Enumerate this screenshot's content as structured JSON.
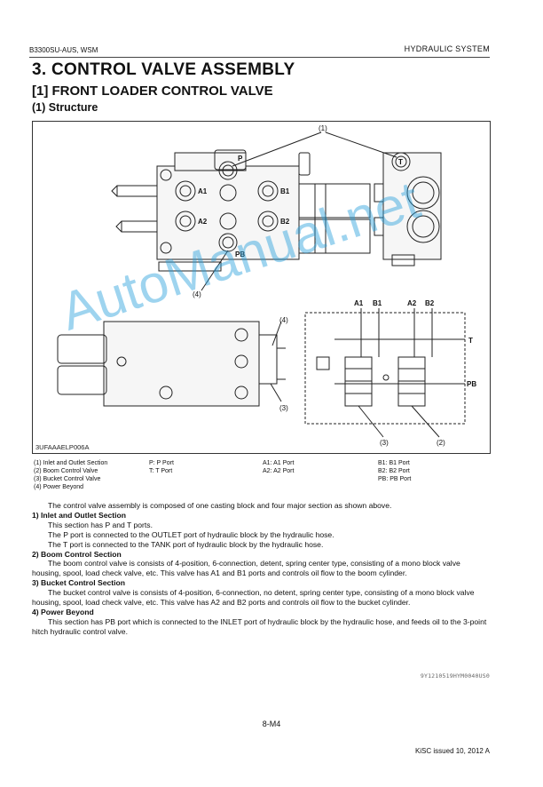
{
  "header": {
    "manual_code": "B3300SU-AUS, WSM",
    "section": "HYDRAULIC SYSTEM"
  },
  "title": "3.  CONTROL VALVE ASSEMBLY",
  "subtitle": "[1]  FRONT LOADER CONTROL VALVE",
  "subsection": "(1)  Structure",
  "figure": {
    "id": "3UFAAAELP006A",
    "callouts": {
      "c1": "(1)",
      "c2": "(2)",
      "c3": "(3)",
      "c4": "(4)",
      "c4b": "(4)",
      "c3b": "(3)"
    },
    "ports": {
      "P": "P",
      "T": "T",
      "A1": "A1",
      "B1": "B1",
      "A2": "A2",
      "B2": "B2",
      "PB": "PB"
    },
    "schematic": {
      "A1": "A1",
      "B1": "B1",
      "A2": "A2",
      "B2": "B2",
      "T": "T",
      "PB": "PB"
    }
  },
  "legend": {
    "items": [
      "(1)   Inlet and Outlet Section",
      "(2)   Boom Control Valve",
      "(3)   Bucket Control Valve",
      "(4)   Power Beyond"
    ],
    "col2": [
      "P:    P Port",
      "T:    T Port"
    ],
    "col3": [
      "A1:  A1 Port",
      "A2:  A2 Port"
    ],
    "col4": [
      "B1:  B1 Port",
      "B2:  B2 Port",
      "PB: PB Port"
    ]
  },
  "text": {
    "intro": "The control valve assembly is composed of one casting block and four major section as shown above.",
    "s1_head": "1) Inlet and Outlet Section",
    "s1_l1": "This section has P and T ports.",
    "s1_l2": "The P port is connected to the OUTLET port of hydraulic block by the hydraulic hose.",
    "s1_l3": "The T port is connected to the TANK port of hydraulic block by the hydraulic hose.",
    "s2_head": "2) Boom Control Section",
    "s2_body": "The boom control valve is consists of 4-position, 6-connection, detent, spring center type, consisting of a mono block valve housing, spool, load check valve, etc. This valve has A1 and B1 ports and controls oil flow to the boom cylinder.",
    "s3_head": "3) Bucket Control Section",
    "s3_body": "The bucket control valve is consists of 4-position, 6-connection, no detent, spring center type, consisting of a mono block valve housing, spool, load check valve, etc. This valve has A2 and B2 ports and controls oil flow to the bucket cylinder.",
    "s4_head": "4) Power Beyond",
    "s4_body": "This section has PB port which is connected to the INLET port of hydraulic block by the hydraulic hose, and feeds oil to the 3-point hitch hydraulic control valve."
  },
  "ref_code": "9Y1210519HYM0040US0",
  "page_number": "8-M4",
  "footer": "KiSC issued 10, 2012 A",
  "watermark": "AutoManual.net"
}
